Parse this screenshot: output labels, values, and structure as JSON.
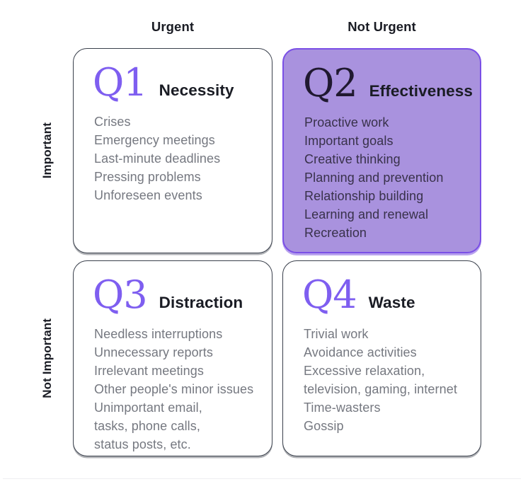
{
  "matrix": {
    "columns": [
      {
        "label": "Urgent"
      },
      {
        "label": "Not Urgent"
      }
    ],
    "rows": [
      {
        "label": "Important"
      },
      {
        "label": "Not Important"
      }
    ],
    "quadrants": {
      "q1": {
        "number": "Q1",
        "title": "Necessity",
        "items": [
          "Crises",
          "Emergency meetings",
          "Last-minute deadlines",
          "Pressing problems",
          "Unforeseen events"
        ]
      },
      "q2": {
        "number": "Q2",
        "title": "Effectiveness",
        "highlighted": true,
        "items": [
          "Proactive work",
          "Important goals",
          "Creative thinking",
          "Planning and prevention",
          "Relationship building",
          "Learning and renewal",
          "Recreation"
        ]
      },
      "q3": {
        "number": "Q3",
        "title": "Distraction",
        "items": [
          "Needless interruptions",
          "Unnecessary reports",
          "Irrelevant meetings",
          "Other people's minor issues",
          "Unimportant email,",
          "tasks, phone calls,",
          "status posts, etc."
        ]
      },
      "q4": {
        "number": "Q4",
        "title": "Waste",
        "items": [
          "Trivial work",
          "Avoidance activities",
          "Excessive relaxation,",
          "television, gaming, internet",
          "Time-wasters",
          "Gossip"
        ]
      }
    }
  },
  "colors": {
    "accent-purple": "#7e5ef0",
    "q2-fill": "#a992de",
    "q2-border": "#7a4fe6",
    "q2-text": "#38314a",
    "q2-number": "#201930",
    "heading-dark": "#1a1c24",
    "box-border": "#3a404c",
    "list-gray": "#757880",
    "canvas-bg": "#ffffff"
  }
}
